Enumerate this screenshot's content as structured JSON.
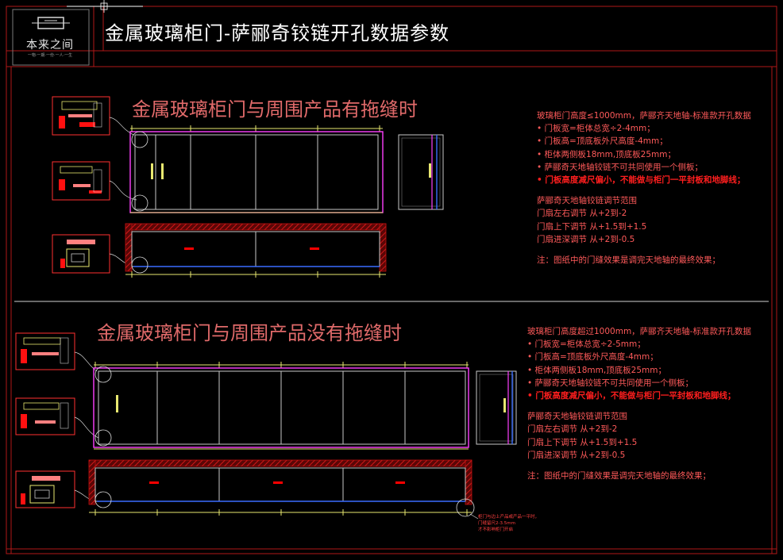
{
  "sheet": {
    "title": "金属玻璃柜门-萨郦奇铰链开孔数据参数",
    "logo_text": "本来之间",
    "logo_subtext": "一物·一期·一份·一人·一生"
  },
  "sections": [
    {
      "heading": "金属玻璃柜门与周围产品有拖缝时",
      "notes": [
        "玻璃柜门高度≤1000mm，萨郦齐天地轴-标准款开孔数据",
        "• 门板宽=柜体总宽÷2-4mm；",
        "• 门板高=顶底板外尺高度-4mm；",
        "• 柜体两侧板18mm,顶底板25mm；",
        "• 萨郦奇天地轴铰链不可共同使用一个侧板；",
        "• 门板高度减尺偏小，不能做与柜门一平封板和地脚线；"
      ],
      "adjust_title": "萨郦奇天地轴铰链调节范围",
      "adjust_items": [
        "门扇左右调节  从+2到-2",
        "门扇上下调节  从+1.5到+1.5",
        "门扇进深调节  从+2到-0.5"
      ],
      "footnote": "注：图纸中的门缝效果是调完天地轴的最终效果；"
    },
    {
      "heading": "金属玻璃柜门与周围产品没有拖缝时",
      "notes": [
        "玻璃柜门高度超过1000mm，萨郦齐天地轴-标准款开孔数据",
        "• 门板宽=柜体总宽÷2-5mm；",
        "• 门板高=顶底板外尺高度-4mm；",
        "• 柜体两侧板18mm,顶底板25mm；",
        "• 萨郦奇天地轴铰链不可共同使用一个侧板；",
        "• 门板高度减尺偏小，不能做与柜门一平封板和地脚线；"
      ],
      "adjust_title": "萨郦奇天地轴铰链调节范围",
      "adjust_items": [
        "门扇左右调节  从+2到-2",
        "门扇上下调节  从+1.5到+1.5",
        "门扇进深调节  从+2到-0.5"
      ],
      "footnote": "注：图纸中的门缝效果是调完天地轴的最终效果；",
      "callout": [
        "柜门与边上产品或产品一平时，",
        "门缝留尺2-3.5mm",
        "才不影响柜门开启"
      ]
    }
  ],
  "colors": {
    "background": "#000000",
    "frame": "#b01818",
    "cabinet_outline": "#c8c8c8",
    "door_frame": "#ff40ff",
    "dimension": "#e8e870",
    "hatch": "#c01010",
    "detail_outline": "#ff3030",
    "glass_edge": "#3a6cff",
    "mark": "#ff0000",
    "callout_arc": "#dcdcdc",
    "heading": "#e06a6a",
    "note": "#ff5a5a"
  },
  "icons": [
    "logo-mark-icon",
    "hinge-detail-icon"
  ]
}
